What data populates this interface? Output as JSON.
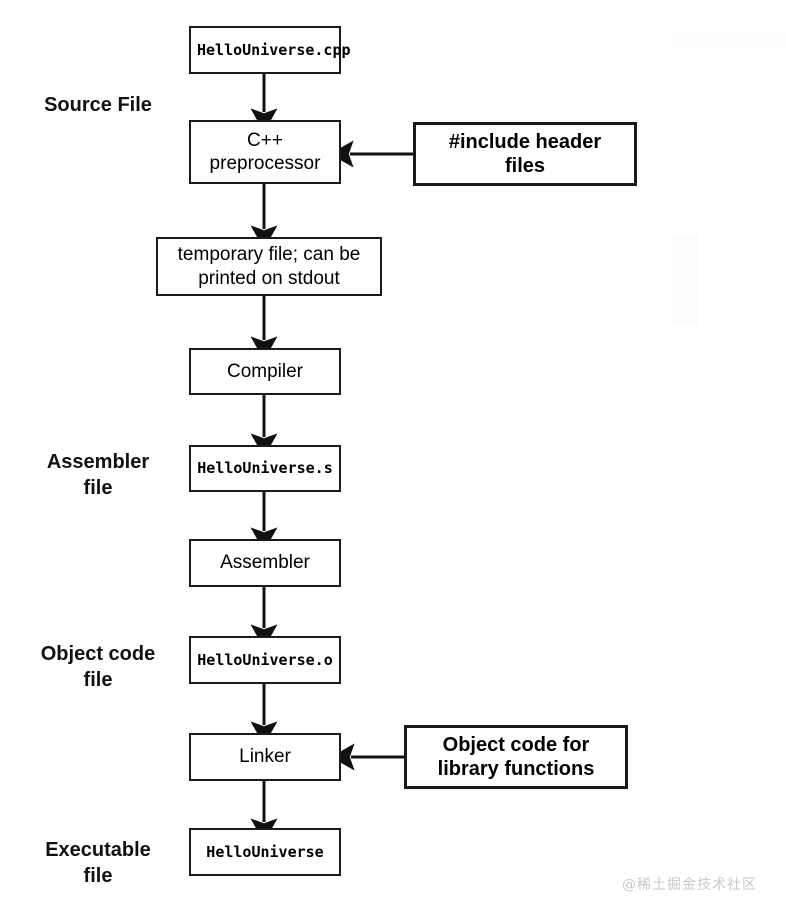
{
  "diagram": {
    "title": "C++ compilation pipeline",
    "stroke_color": "#1a1a1a",
    "background_color": "#ffffff",
    "stage_labels": [
      {
        "id": "source-file",
        "text": "Source File"
      },
      {
        "id": "assembler-file",
        "text": "Assembler\nfile"
      },
      {
        "id": "object-code-file",
        "text": "Object code\nfile"
      },
      {
        "id": "executable-file",
        "text": "Executable\nfile"
      }
    ],
    "nodes": [
      {
        "id": "source-cpp",
        "text": "HelloUniverse.cpp",
        "style": "mono"
      },
      {
        "id": "preprocessor",
        "text": "C++\npreprocessor",
        "style": "sans"
      },
      {
        "id": "include-headers",
        "text": "#include header\nfiles",
        "style": "sans-bold"
      },
      {
        "id": "temporary-file",
        "text": "temporary file; can be\nprinted on stdout",
        "style": "sans"
      },
      {
        "id": "compiler",
        "text": "Compiler",
        "style": "sans"
      },
      {
        "id": "assembly-file",
        "text": "HelloUniverse.s",
        "style": "mono"
      },
      {
        "id": "assembler",
        "text": "Assembler",
        "style": "sans"
      },
      {
        "id": "object-file",
        "text": "HelloUniverse.o",
        "style": "mono"
      },
      {
        "id": "linker",
        "text": "Linker",
        "style": "sans"
      },
      {
        "id": "library-object-code",
        "text": "Object code for\nlibrary functions",
        "style": "sans-bold"
      },
      {
        "id": "executable",
        "text": "HelloUniverse",
        "style": "mono"
      }
    ],
    "edges": [
      {
        "id": "source-to-preprocessor",
        "direction": "down"
      },
      {
        "id": "headers-to-preprocessor",
        "direction": "left"
      },
      {
        "id": "preprocessor-to-temporary",
        "direction": "down"
      },
      {
        "id": "temporary-to-compiler",
        "direction": "down"
      },
      {
        "id": "compiler-to-assembly",
        "direction": "down"
      },
      {
        "id": "assembly-to-assembler",
        "direction": "down"
      },
      {
        "id": "assembler-to-object",
        "direction": "down"
      },
      {
        "id": "object-to-linker",
        "direction": "down"
      },
      {
        "id": "library-to-linker",
        "direction": "left"
      },
      {
        "id": "linker-to-executable",
        "direction": "down"
      }
    ]
  },
  "watermark": {
    "text": "@稀土掘金技术社区"
  }
}
